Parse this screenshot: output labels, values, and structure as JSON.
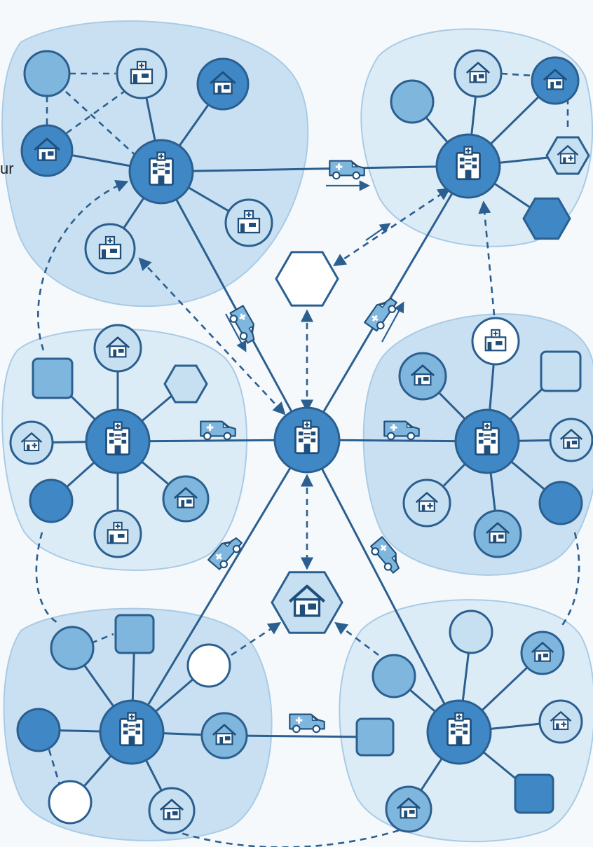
{
  "edge_text": "ur",
  "colors": {
    "background": "#f5f9fc",
    "cluster_fill": "#cfe4f3",
    "cluster_fill_light": "#dcecf7",
    "cluster_stroke": "#a8cbe5",
    "line": "#2b5f8f",
    "node_dark": "#3f88c5",
    "node_mid": "#7fb6de",
    "node_light": "#c6e0f2",
    "node_white": "#ffffff",
    "icon_stroke": "#1f4e7a"
  },
  "clusters": [
    {
      "name": "cluster-top-left",
      "hub": "hospital",
      "members": [
        "circle",
        "clinic",
        "house",
        "house",
        "clinic",
        "clinic"
      ]
    },
    {
      "name": "cluster-top-right",
      "hub": "hospital",
      "members": [
        "circle",
        "house",
        "house",
        "clinic",
        "hexagon"
      ]
    },
    {
      "name": "cluster-middle-left",
      "hub": "hospital",
      "members": [
        "square",
        "house",
        "hexagon",
        "clinic",
        "circle",
        "house",
        "clinic"
      ]
    },
    {
      "name": "cluster-middle-right",
      "hub": "hospital",
      "members": [
        "clinic",
        "house",
        "square",
        "house",
        "circle",
        "house",
        "clinic"
      ]
    },
    {
      "name": "cluster-bottom-left",
      "hub": "hospital",
      "members": [
        "square",
        "circle",
        "circle",
        "circle",
        "circle",
        "house",
        "house"
      ]
    },
    {
      "name": "cluster-bottom-right",
      "hub": "hospital",
      "members": [
        "circle",
        "circle",
        "house",
        "square",
        "house",
        "square",
        "house"
      ]
    }
  ],
  "central_hub": "hospital",
  "intermediate_nodes": [
    "hexagon",
    "house-hexagon"
  ],
  "vehicles": [
    "ambulance",
    "ambulance",
    "ambulance",
    "ambulance",
    "ambulance",
    "ambulance",
    "ambulance",
    "ambulance"
  ]
}
